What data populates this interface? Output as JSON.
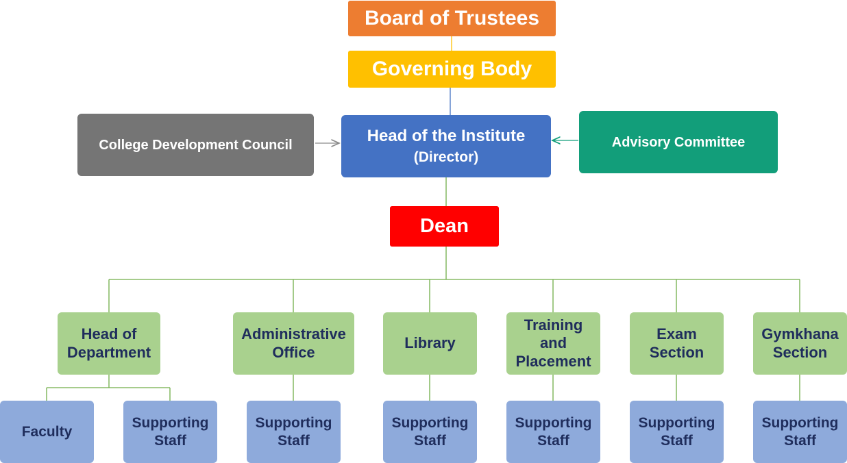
{
  "top": {
    "board_of_trustees": "Board of Trustees",
    "governing_body": "Governing Body",
    "head_of_institute": "Head of the Institute",
    "head_of_institute_sub": "(Director)",
    "college_development_council": "College Development Council",
    "advisory_committee": "Advisory Committee",
    "dean": "Dean"
  },
  "departments": [
    {
      "line1": "Head of",
      "line2": "Department",
      "line3": ""
    },
    {
      "line1": "Administrative",
      "line2": "Office",
      "line3": ""
    },
    {
      "line1": "Library",
      "line2": "",
      "line3": ""
    },
    {
      "line1": "Training",
      "line2": "and",
      "line3": "Placement"
    },
    {
      "line1": "Exam",
      "line2": "Section",
      "line3": ""
    },
    {
      "line1": "Gymkhana",
      "line2": "Section",
      "line3": ""
    }
  ],
  "staff": [
    {
      "line1": "Faculty",
      "line2": ""
    },
    {
      "line1": "Supporting",
      "line2": "Staff"
    },
    {
      "line1": "Supporting",
      "line2": "Staff"
    },
    {
      "line1": "Supporting",
      "line2": "Staff"
    },
    {
      "line1": "Supporting",
      "line2": "Staff"
    },
    {
      "line1": "Supporting",
      "line2": "Staff"
    },
    {
      "line1": "Supporting",
      "line2": "Staff"
    }
  ],
  "colors": {
    "trustees": "#ed7d31",
    "governing": "#ffc000",
    "head": "#4472c4",
    "cdc": "#757575",
    "advisory": "#129e7a",
    "dean": "#ff0000",
    "department": "#a9d18e",
    "staff": "#8eaadb",
    "connector": "#70ad47"
  }
}
